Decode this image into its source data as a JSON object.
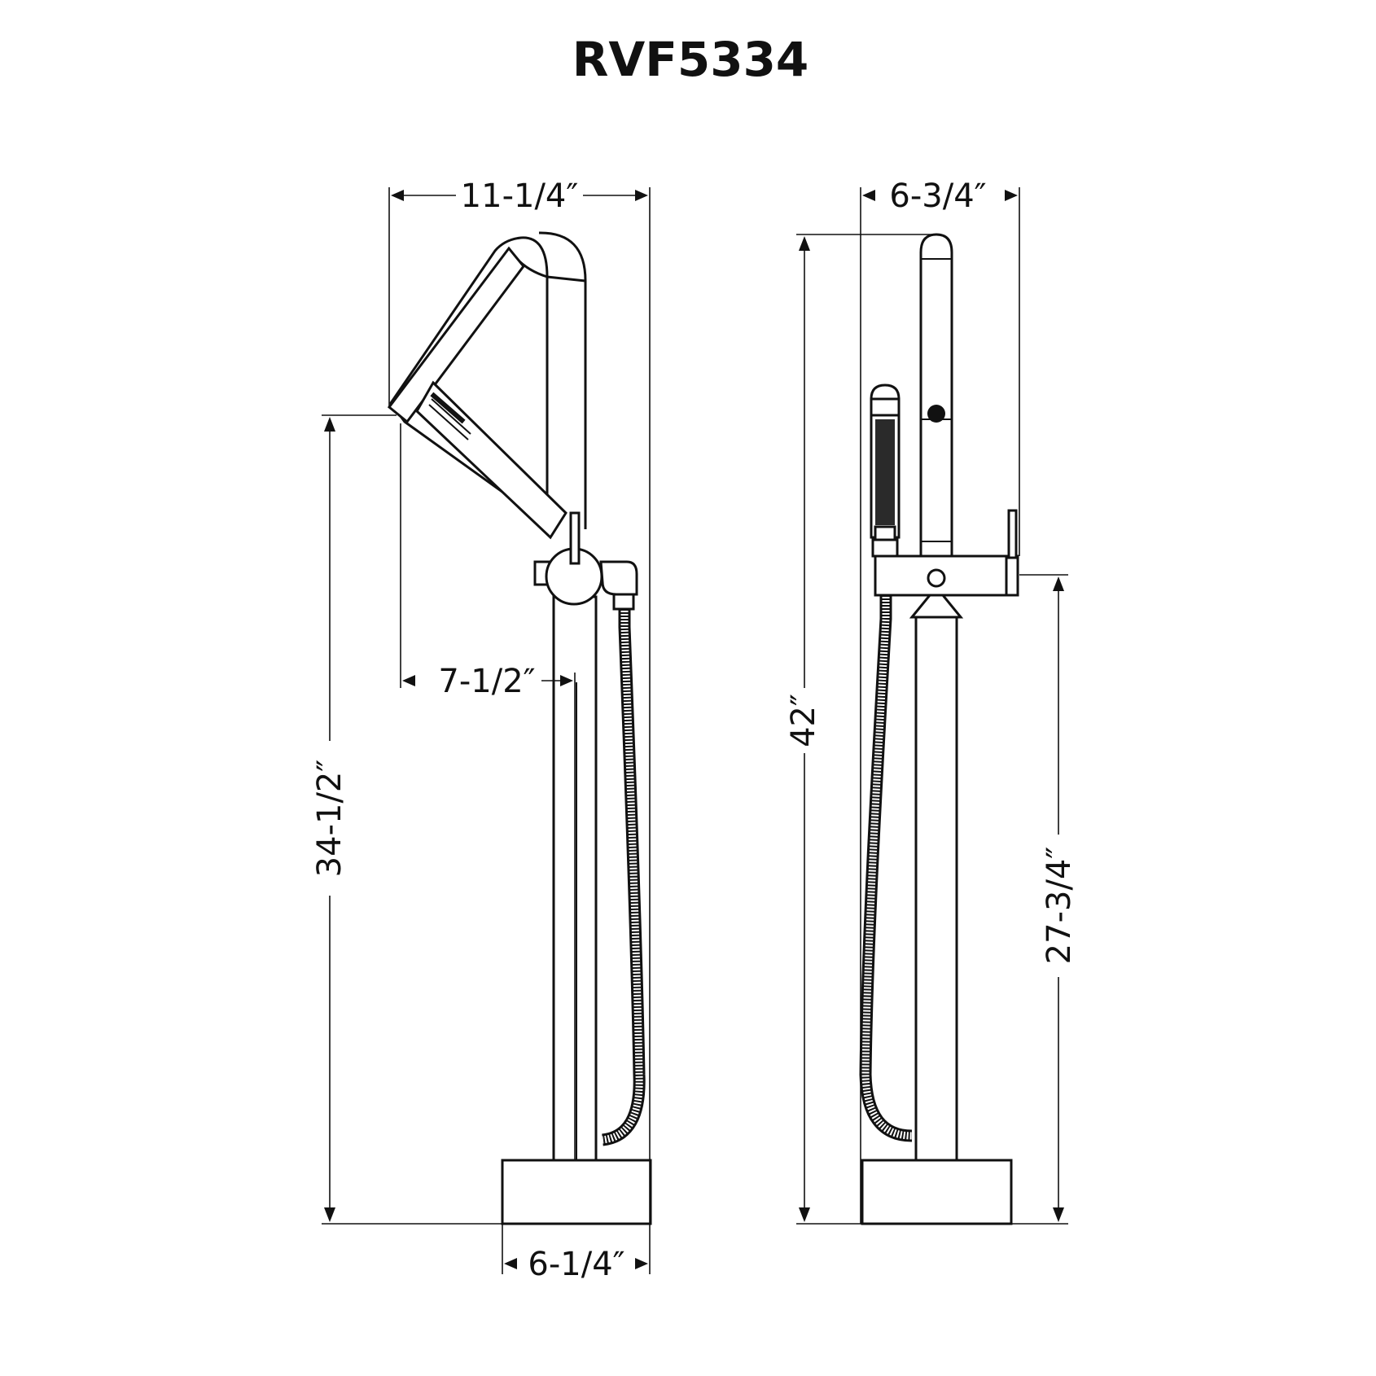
{
  "title": "RVF5334",
  "colors": {
    "ink": "#111111",
    "background": "#ffffff"
  },
  "side_view": {
    "dimensions": {
      "overall_width": "11-1/4″",
      "spout_reach": "7-1/2″",
      "spout_height": "34-1/2″",
      "base_width": "6-1/4″"
    }
  },
  "front_view": {
    "dimensions": {
      "overall_width": "6-3/4″",
      "overall_height": "42″",
      "handle_height": "27-3/4″"
    }
  }
}
